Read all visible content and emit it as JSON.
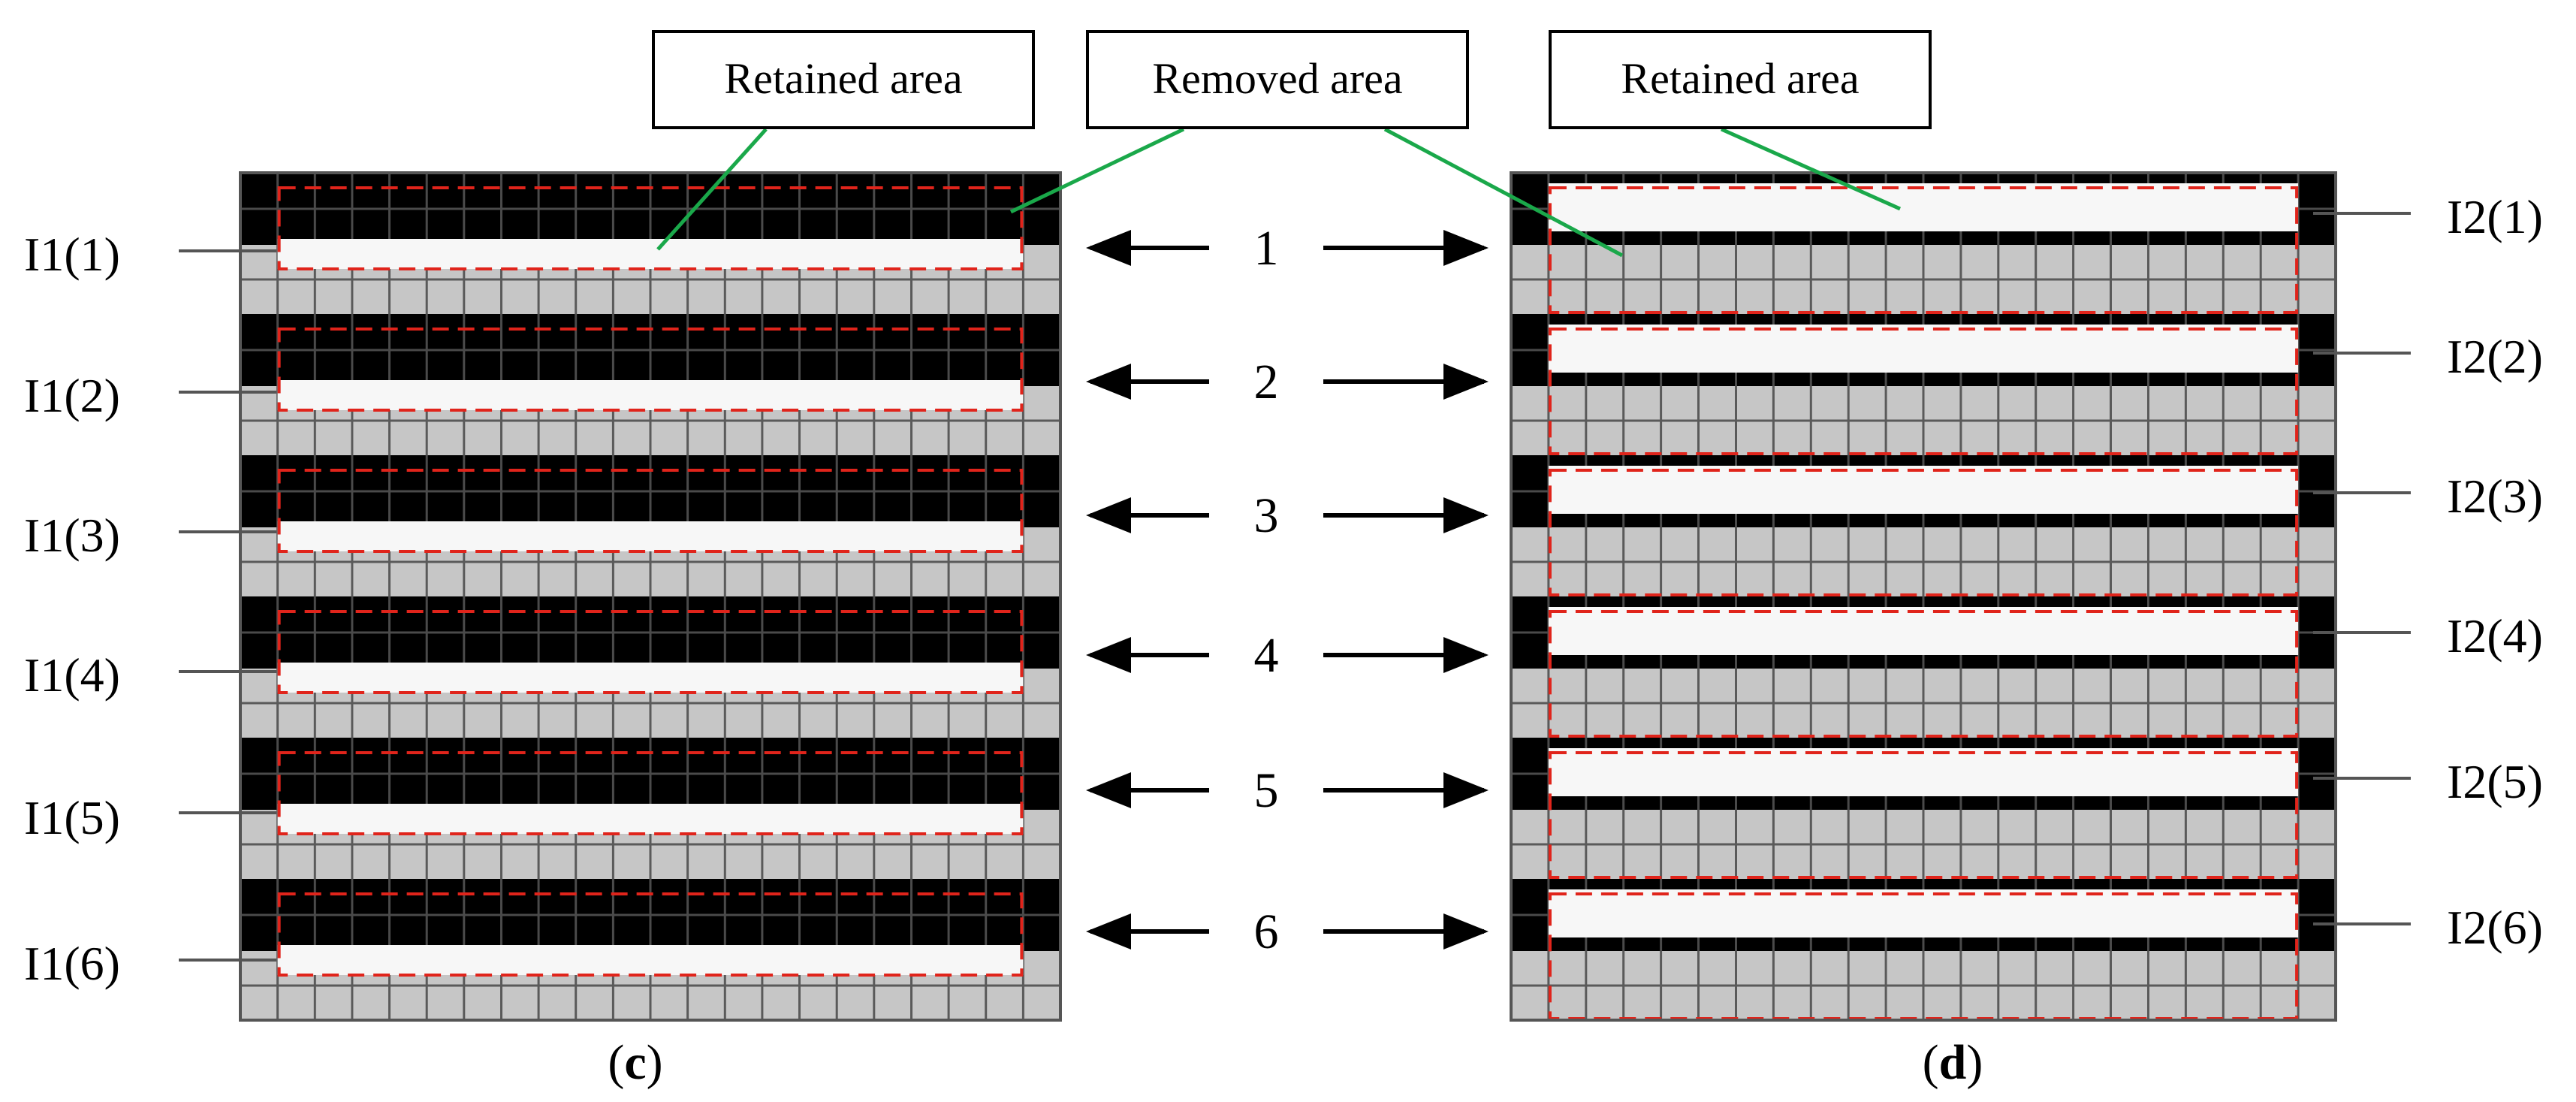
{
  "callouts": {
    "retained_left": "Retained area",
    "removed": "Removed area",
    "retained_right": "Retained area"
  },
  "left_panel": {
    "caption_open": "(",
    "caption_letter": "c",
    "caption_close": ")",
    "row_labels": [
      "I1(1)",
      "I1(2)",
      "I1(3)",
      "I1(4)",
      "I1(5)",
      "I1(6)"
    ]
  },
  "right_panel": {
    "caption_open": "(",
    "caption_letter": "d",
    "caption_close": ")",
    "row_labels": [
      "I2(1)",
      "I2(2)",
      "I2(3)",
      "I2(4)",
      "I2(5)",
      "I2(6)"
    ]
  },
  "center_numbers": [
    "1",
    "2",
    "3",
    "4",
    "5",
    "6"
  ],
  "colors": {
    "background": "#ffffff",
    "dark_strip": "#000000",
    "dark_grid": "#4a4a4a",
    "gray_strip": "#c6c6c6",
    "gray_grid": "#5a5a5a",
    "retained": "#f7f7f7",
    "dashed": "#e0241b",
    "leader": "#1aa84a",
    "text": "#000000"
  }
}
